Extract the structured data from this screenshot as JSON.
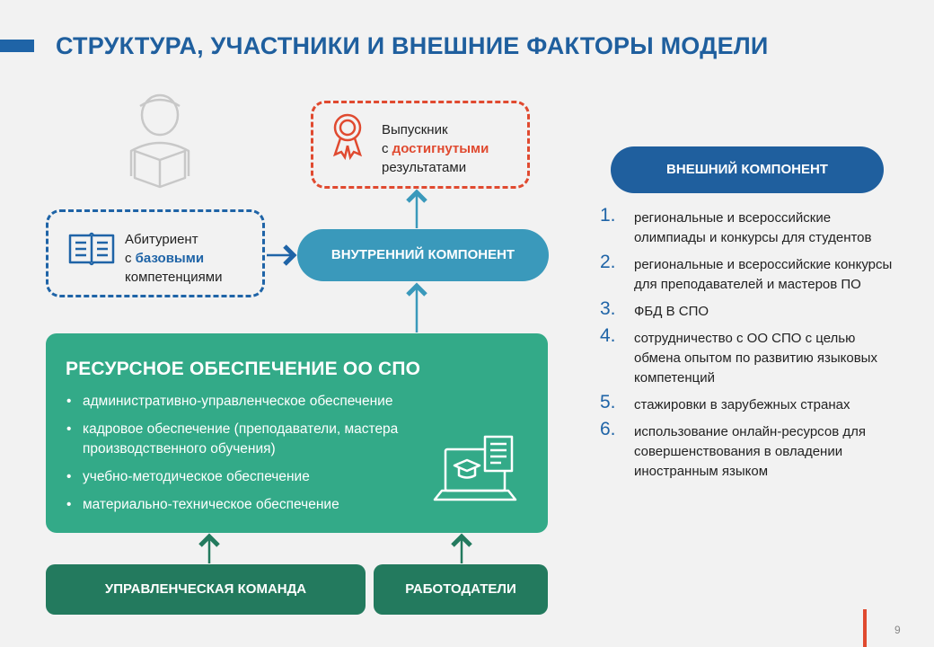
{
  "title": "СТРУКТУРА, УЧАСТНИКИ И ВНЕШНИЕ ФАКТОРЫ МОДЕЛИ",
  "graduate": {
    "line1": "Выпускник",
    "prefix": "с ",
    "highlight": "достигнутыми",
    "line3": "результатами"
  },
  "applicant": {
    "line1": "Абитуриент",
    "prefix": "с ",
    "highlight": "базовыми",
    "line3": "компетенциями"
  },
  "internal_component": "ВНУТРЕННИЙ КОМПОНЕНТ",
  "external_component": "ВНЕШНИЙ КОМПОНЕНТ",
  "resources": {
    "title": "РЕСУРСНОЕ ОБЕСПЕЧЕНИЕ ОО СПО",
    "items": [
      "административно-управленческое обеспечение",
      "кадровое обеспечение (преподаватели, мастера производственного обучения)",
      "учебно-методическое обеспечение",
      "материально-техническое обеспечение"
    ]
  },
  "management_team": "УПРАВЛЕНЧЕСКАЯ КОМАНДА",
  "employers": "РАБОТОДАТЕЛИ",
  "external_list": [
    {
      "num": "1.",
      "text": "региональные и всероссийские олимпиады и конкурсы для студентов"
    },
    {
      "num": "2.",
      "text": "региональные и всероссийские конкурсы для преподавателей и мастеров ПО"
    },
    {
      "num": "3.",
      "text": "ФБД В СПО"
    },
    {
      "num": "4.",
      "text": "сотрудничество с ОО СПО с целью обмена опытом по развитию языковых компетенций"
    },
    {
      "num": "5.",
      "text": "стажировки в зарубежных странах"
    },
    {
      "num": "6.",
      "text": "использование онлайн-ресурсов для совершенствования в овладении иностранным языком"
    }
  ],
  "page_number": "9",
  "colors": {
    "primary_blue": "#1f64a7",
    "accent_red": "#e04a30",
    "teal": "#3a99bb",
    "green": "#33aa88",
    "dark_green": "#237a5e"
  },
  "icons": [
    "reader-icon",
    "medal-icon",
    "book-icon",
    "laptop-education-icon"
  ]
}
